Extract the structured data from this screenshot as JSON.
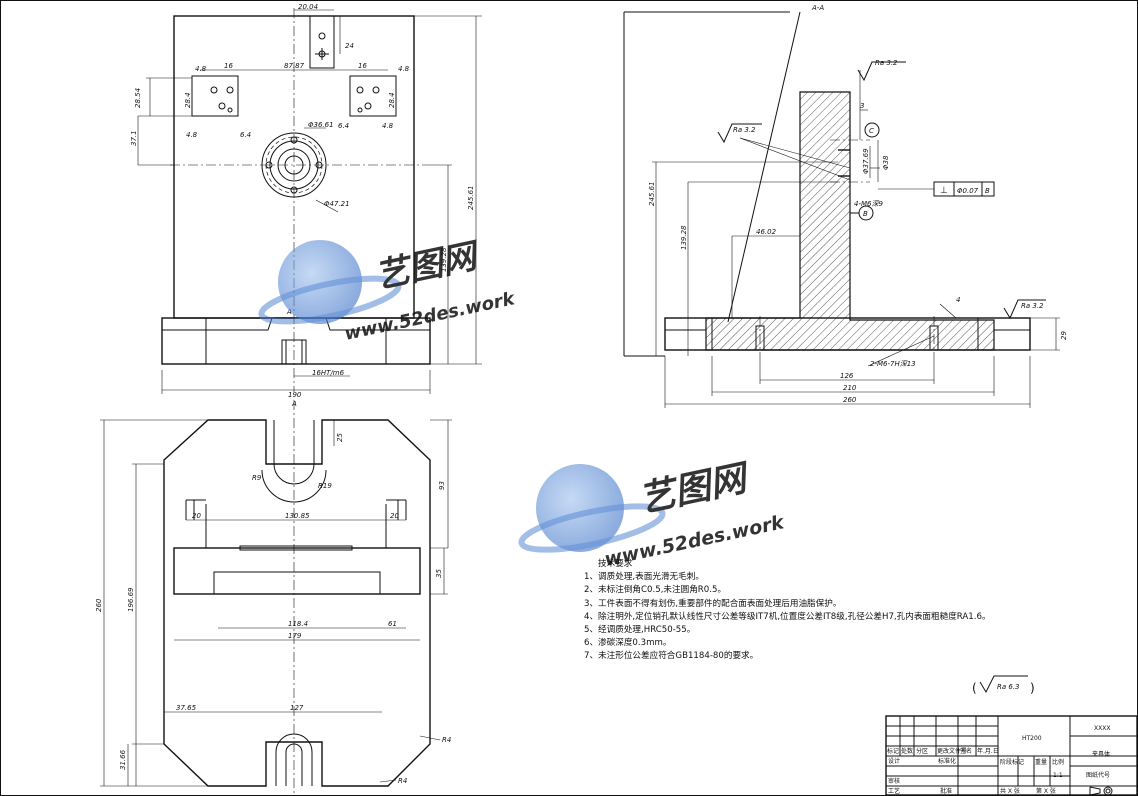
{
  "watermark": {
    "brand": "艺图网",
    "site": "www.52des.work",
    "color": "#4a7fd0"
  },
  "section_label": "A-A",
  "section_mark": "A",
  "front_view": {
    "dims": {
      "top_width": "20.04",
      "top_height": "24",
      "span": "87.87",
      "left_sq": "16",
      "right_sq": "16",
      "left_off": "4.8",
      "right_off": "4.8",
      "left_depth": "28.54",
      "left_h": "28.4",
      "right_h": "28.4",
      "left_low": "4.8",
      "left_hole": "6.4",
      "right_hole": "6.4",
      "right_low": "4.8",
      "v_left": "37.1",
      "bore_dia": "Φ36.61",
      "outer_dia": "Φ47.21",
      "total_h": "245.61",
      "mid_h": "139.28",
      "fit": "16HT/m6",
      "width": "190"
    }
  },
  "side_view": {
    "dims": {
      "ra_top": "Ra 3.2",
      "n3": "3",
      "ra_left": "Ra 3.2",
      "circle_c": "C",
      "d1": "Φ37.69",
      "d2": "Φ38",
      "total_h": "245.61",
      "gdt_sym": "⊥",
      "gdt_val": "Φ0.07",
      "gdt_ref": "B",
      "thread": "4-M6深9",
      "circle_b": "B",
      "offset": "46.02",
      "mid_h": "139.28",
      "n4": "4",
      "ra_right": "Ra 3.2",
      "base_h": "29",
      "bolt_spec": "2-M6-7H深13",
      "w1": "126",
      "w2": "210",
      "w3": "260"
    }
  },
  "plan_view": {
    "dims": {
      "section_mark": "A",
      "slot_h": "25",
      "r1": "R9",
      "r2": "R19",
      "side_h": "93",
      "w_in1": "20",
      "w_mid": "130.85",
      "w_in2": "20",
      "h_mid": "35",
      "total_h": "260",
      "h2": "196.69",
      "w_low": "118.4",
      "w_low2": "61",
      "w_base": "179",
      "w_left": "37.65",
      "w_bot": "127",
      "h_bot": "31.66",
      "r_a": "R4",
      "r_b": "R4"
    }
  },
  "notes": {
    "title": "技术要求",
    "items": [
      "1、调质处理,表面光滑无毛刺。",
      "2、未标注倒角C0.5,未注圆角R0.5。",
      "3、工件表面不得有划伤,重要部件的配合面表面处理后用油脂保护。",
      "4、除注明外,定位销孔默认线性尺寸公差等级IT7机,位置度公差IT8级,孔径公差H7,孔内表面粗糙度RA1.6。",
      "5、经调质处理,HRC50-55。",
      "6、渗碳深度0.3mm。",
      "7、未注形位公差应符合GB1184-80的要求。"
    ],
    "roughness": "Ra 6.3"
  },
  "title_block": {
    "material": "HT200",
    "code": "XXXX",
    "name": "夹具体",
    "scale": "1:1",
    "drawing_no_label": "图纸代号",
    "labels": {
      "mark": "标记",
      "count": "处数",
      "zone": "分区",
      "change_doc": "更改文件号",
      "sign": "签名",
      "date": "年.月.日",
      "design": "设计",
      "std": "标准化",
      "stage_mark": "阶段标记",
      "weight": "重量",
      "ratio": "比例",
      "review": "审核",
      "craft": "工艺",
      "approve": "批准",
      "sheets_total": "共 X 张",
      "sheet_no": "第 X 张"
    }
  }
}
